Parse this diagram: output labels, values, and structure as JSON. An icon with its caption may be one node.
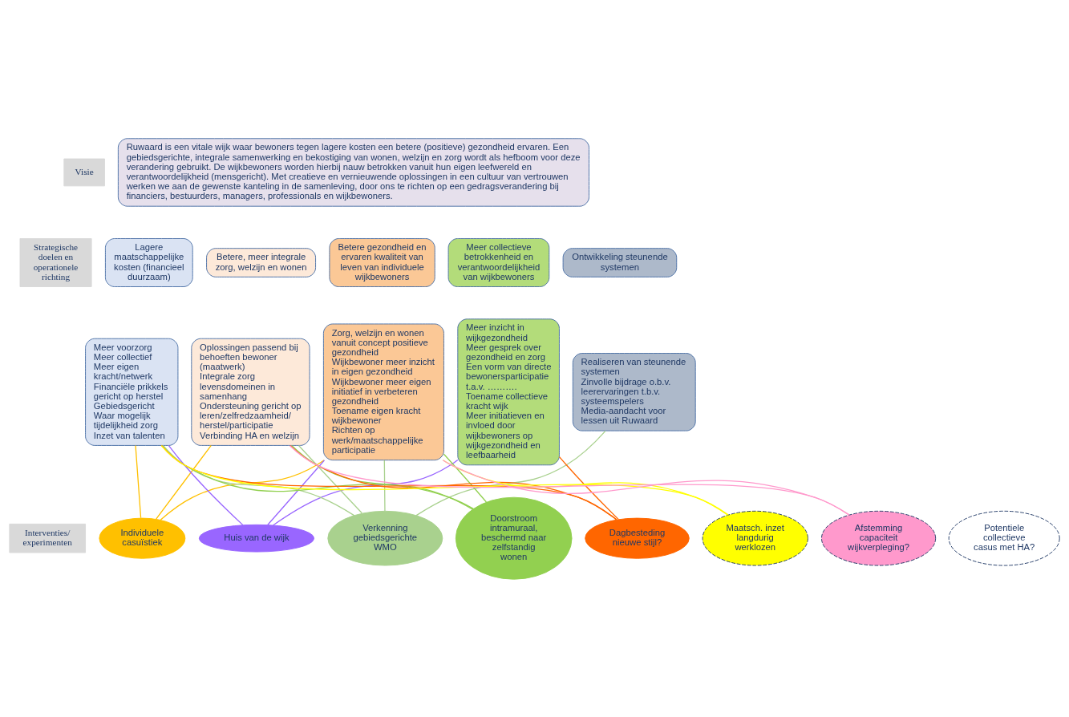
{
  "diagram": {
    "nodes": [
      {
        "text": [
          "Visie"
        ]
      },
      {
        "text": [
          "Strategische doelen en operationele richting"
        ]
      },
      {
        "text": [
          "Interventies/ experimenten"
        ]
      },
      {
        "text": [
          "Ruwaard is een vitale wijk waar bewoners tegen lagere kosten een betere (positieve) gezondheid ervaren. Een gebiedsgerichte, integrale samenwerking en bekostiging van wonen, welzijn en zorg wordt als hefboom voor deze verandering gebruikt. De wijkbewoners worden hierbij nauw betrokken vanuit hun eigen leefwereld en verantwoordelijkheid (mensgericht). Met creatieve en vernieuwende oplossingen in een cultuur van vertrouwen werken we aan de gewenste kanteling in de samenleving, door ons te richten op een gedragsverandering bij financiers, bestuurders, managers, professionals en wijkbewoners."
        ]
      },
      {
        "text": [
          "Lagere maatschappelijke kosten (financieel duurzaam)"
        ]
      },
      {
        "text": [
          "Betere, meer integrale zorg, welzijn en wonen"
        ]
      },
      {
        "text": [
          "Betere gezondheid en ervaren kwaliteit van leven van individuele wijkbewoners"
        ]
      },
      {
        "text": [
          "Meer collectieve betrokkenheid en verantwoordelijkheid van wijkbewoners"
        ]
      },
      {
        "text": [
          "Ontwikkeling steunende systemen"
        ]
      },
      {
        "text": [
          "Meer voorzorg",
          "Meer collectief",
          "Meer eigen kracht/netwerk",
          "Financiële prikkels gericht op herstel",
          "Gebiedsgericht",
          "Waar mogelijk tijdelijkheid zorg",
          "Inzet van talenten"
        ]
      },
      {
        "text": [
          "Oplossingen passend bij behoeften bewoner (maatwerk)",
          "Integrale zorg levensdomeinen in samenhang",
          "Ondersteuning gericht op leren/zelfredzaamheid/ herstel/participatie",
          "Verbinding HA en welzijn"
        ]
      },
      {
        "text": [
          "Zorg, welzijn en wonen vanuit concept positieve gezondheid",
          "Wijkbewoner meer inzicht in eigen gezondheid",
          "Wijkbewoner meer eigen initiatief in verbeteren gezondheid",
          "Toename eigen kracht wijkbewoner",
          "Richten op werk/maatschappelijke participatie"
        ]
      },
      {
        "text": [
          "Meer inzicht in wijkgezondheid",
          "Meer gesprek over gezondheid en zorg",
          "Een vorm van directe bewonersparticipatie t.a.v. ……….",
          "Toename collectieve kracht wijk",
          "Meer initiatieven en invloed door wijkbewoners op wijkgezondheid en leefbaarheid"
        ]
      },
      {
        "text": [
          "Realiseren van steunende systemen",
          "Zinvolle bijdrage o.b.v. leerervaringen t.b.v. systeemspelers",
          "Media-aandacht voor lessen uit Ruwaard"
        ]
      },
      {
        "text": [
          "Individuele casuïstiek"
        ]
      },
      {
        "text": [
          "Huis van de wijk"
        ]
      },
      {
        "text": [
          "Verkenning gebiedsgerichte WMO"
        ]
      },
      {
        "text": [
          "Doorstroom intramuraal, beschermd naar zelfstandig wonen"
        ]
      },
      {
        "text": [
          "Dagbesteding nieuwe stijl?"
        ]
      },
      {
        "text": [
          "Maatsch. inzet langdurig werklozen"
        ]
      },
      {
        "text": [
          "Afstemming capaciteit wijkverpleging?"
        ]
      },
      {
        "text": [
          "Potentiele collectieve casus met HA?"
        ]
      }
    ],
    "edges": [
      {
        "from": 14,
        "to": 9,
        "arrow": "none",
        "color": "#ffc000"
      },
      {
        "from": 14,
        "to": 10,
        "arrow": "none",
        "color": "#ffc000"
      },
      {
        "from": 14,
        "to": 11,
        "arrow": "none",
        "color": "#ffc000"
      },
      {
        "from": 15,
        "to": 9,
        "arrow": "none",
        "color": "#9966ff"
      },
      {
        "from": 15,
        "to": 11,
        "arrow": "none",
        "color": "#9966ff"
      },
      {
        "from": 15,
        "to": 12,
        "arrow": "none",
        "color": "#9966ff"
      },
      {
        "from": 16,
        "to": 9,
        "arrow": "none",
        "color": "#a9d18e"
      },
      {
        "from": 16,
        "to": 10,
        "arrow": "none",
        "color": "#a9d18e"
      },
      {
        "from": 16,
        "to": 11,
        "arrow": "none",
        "color": "#a9d18e"
      },
      {
        "from": 16,
        "to": 13,
        "arrow": "none",
        "color": "#a9d18e"
      },
      {
        "from": 17,
        "to": 9,
        "arrow": "none",
        "color": "#92d050"
      },
      {
        "from": 17,
        "to": 10,
        "arrow": "none",
        "color": "#92d050"
      },
      {
        "from": 17,
        "to": 11,
        "arrow": "none",
        "color": "#92d050"
      },
      {
        "from": 18,
        "to": 9,
        "arrow": "none",
        "color": "#ff6600"
      },
      {
        "from": 18,
        "to": 10,
        "arrow": "none",
        "color": "#ff6600"
      },
      {
        "from": 18,
        "to": 12,
        "arrow": "none",
        "color": "#ff6600"
      },
      {
        "from": 19,
        "to": 9,
        "arrow": "none",
        "color": "#ffff00"
      },
      {
        "from": 19,
        "to": 11,
        "arrow": "none",
        "color": "#ffff00"
      },
      {
        "from": 20,
        "to": 10,
        "arrow": "none",
        "color": "#ff99cc"
      },
      {
        "from": 20,
        "to": 11,
        "arrow": "none",
        "color": "#ff99cc"
      }
    ]
  }
}
